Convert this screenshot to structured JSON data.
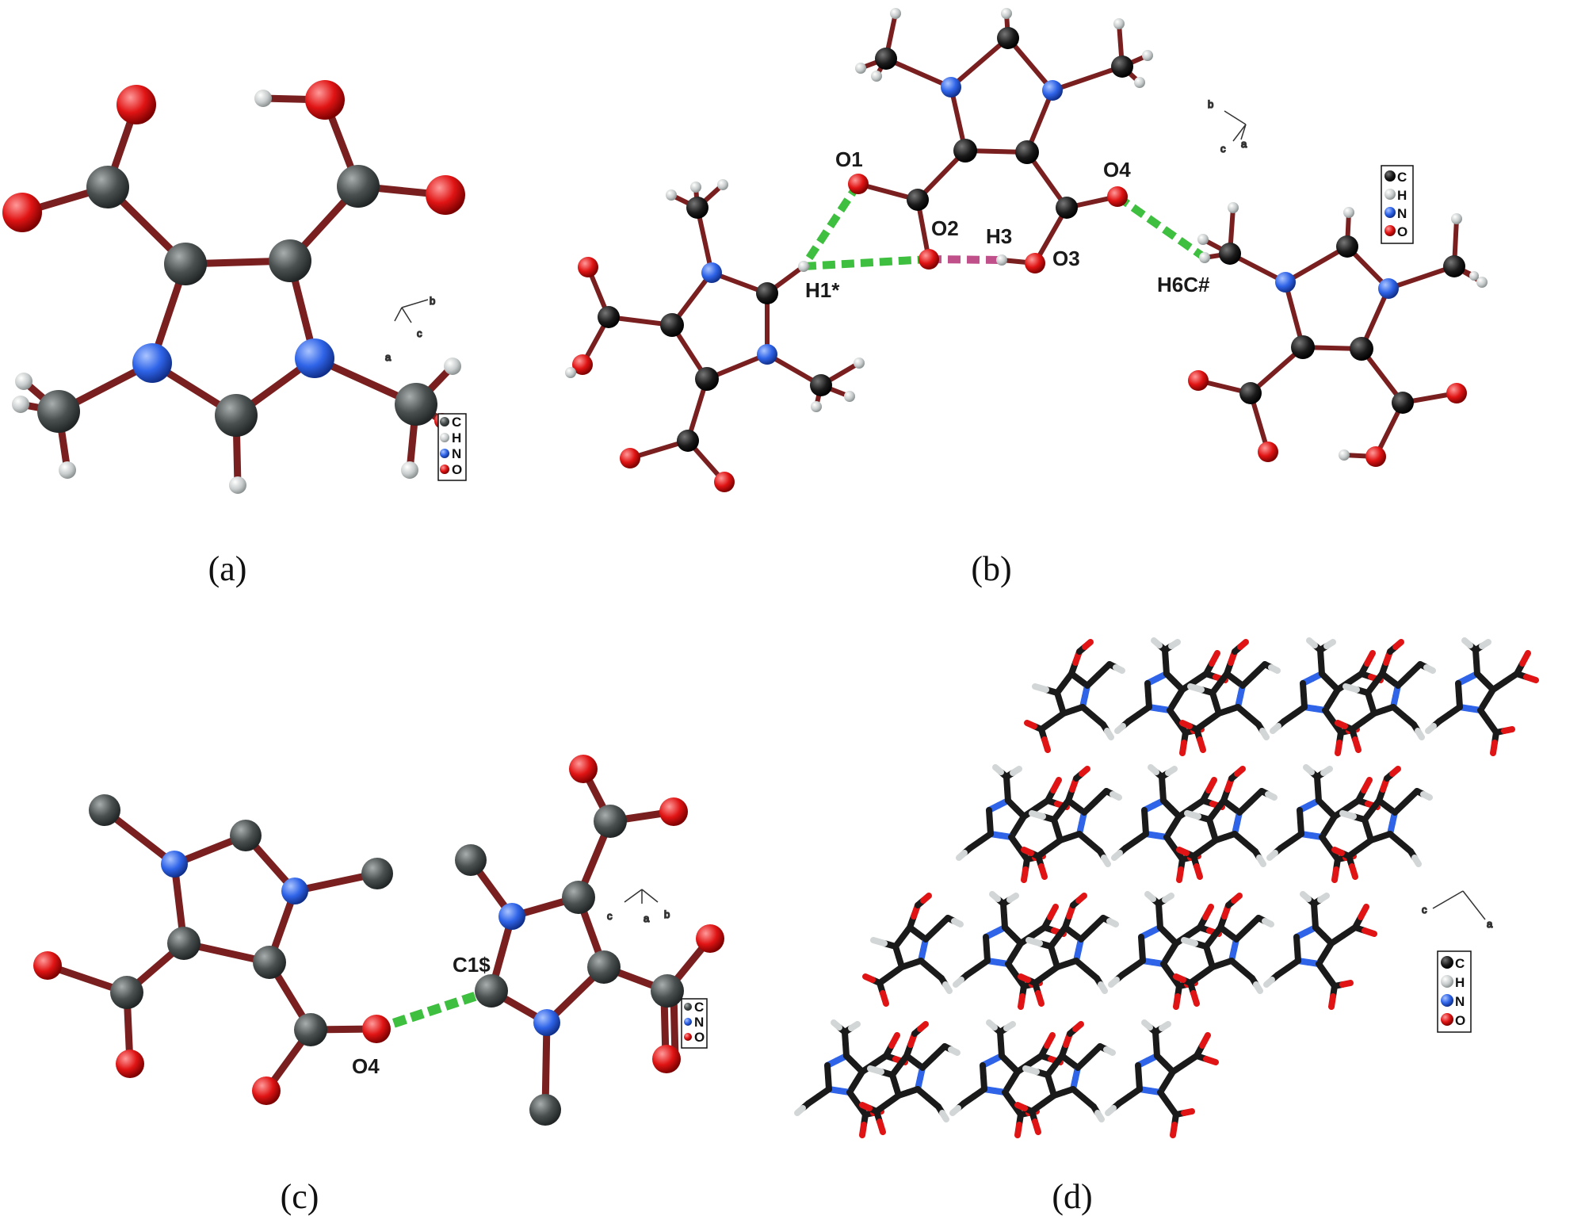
{
  "colors": {
    "carbon": "#454a4a",
    "hydrogen": "#d2d6d6",
    "nitrogen": "#2f64e8",
    "oxygen": "#e01414",
    "bond": "#7a1f1f",
    "hbond_green": "#3fbf3f",
    "hbond_pink": "#c0508a"
  },
  "panels": [
    {
      "caption": "(a)",
      "axes": {
        "a": "a",
        "b": "b",
        "c": "c"
      },
      "legend": [
        "C",
        "H",
        "N",
        "O"
      ]
    },
    {
      "caption": "(b)",
      "atom_labels": [
        "O1",
        "O2",
        "H3",
        "O3",
        "O4",
        "H1*",
        "H6C#"
      ],
      "axes": {
        "a": "a",
        "b": "b",
        "c": "c"
      },
      "legend": [
        "C",
        "H",
        "N",
        "O"
      ]
    },
    {
      "caption": "(c)",
      "atom_labels": [
        "C1$",
        "O4"
      ],
      "axes": {
        "a": "a",
        "b": "b",
        "c": "c"
      },
      "legend": [
        "C",
        "N",
        "O"
      ]
    },
    {
      "caption": "(d)",
      "axes": {
        "a": "a",
        "c": "c"
      },
      "legend": [
        "C",
        "H",
        "N",
        "O"
      ]
    }
  ]
}
